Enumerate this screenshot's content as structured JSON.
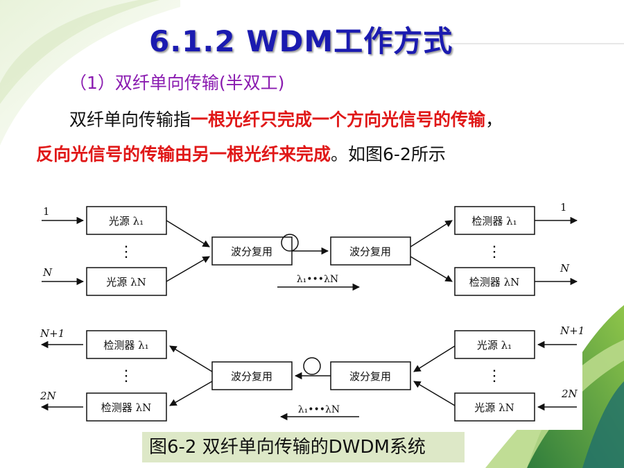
{
  "title": "6.1.2   WDM工作方式",
  "subtitle": "（1）双纤单向传输(半双工)",
  "para": {
    "line1_a": "双纤单向传输指",
    "line1_b": "一根光纤只完成一个方向光信号的传输",
    "line1_c": "，",
    "line2_a": "反向光信号的传输由另一根光纤来完成",
    "line2_b": "。如图",
    "line2_c": "6-2",
    "line2_d": "所示"
  },
  "diagram": {
    "top": {
      "in_first": "1",
      "in_last": "N",
      "src_first": "光源 λ₁",
      "src_last": "光源 λN",
      "mux": "波分复用",
      "demux": "波分复用",
      "det_first": "检测器 λ₁",
      "det_last": "检测器 λN",
      "out_first": "1",
      "out_last": "N",
      "wave": "λ₁•••λN",
      "dots": "⋮"
    },
    "bottom": {
      "out_first": "N+1",
      "out_last": "2N",
      "det_first": "检测器 λ₁",
      "det_last": "检测器 λN",
      "demux": "波分复用",
      "mux": "波分复用",
      "src_first": "光源 λ₁",
      "src_last": "光源 λN",
      "in_first": "N+1",
      "in_last": "2N",
      "wave": "λ₁•••λN",
      "dots": "⋮"
    }
  },
  "caption": "图6-2  双纤单向传输的DWDM系统",
  "colors": {
    "title": "#1b1bb0",
    "subtitle": "#8a1bb0",
    "emphasis": "#e01818",
    "caption_bg": "#dde8c7"
  }
}
